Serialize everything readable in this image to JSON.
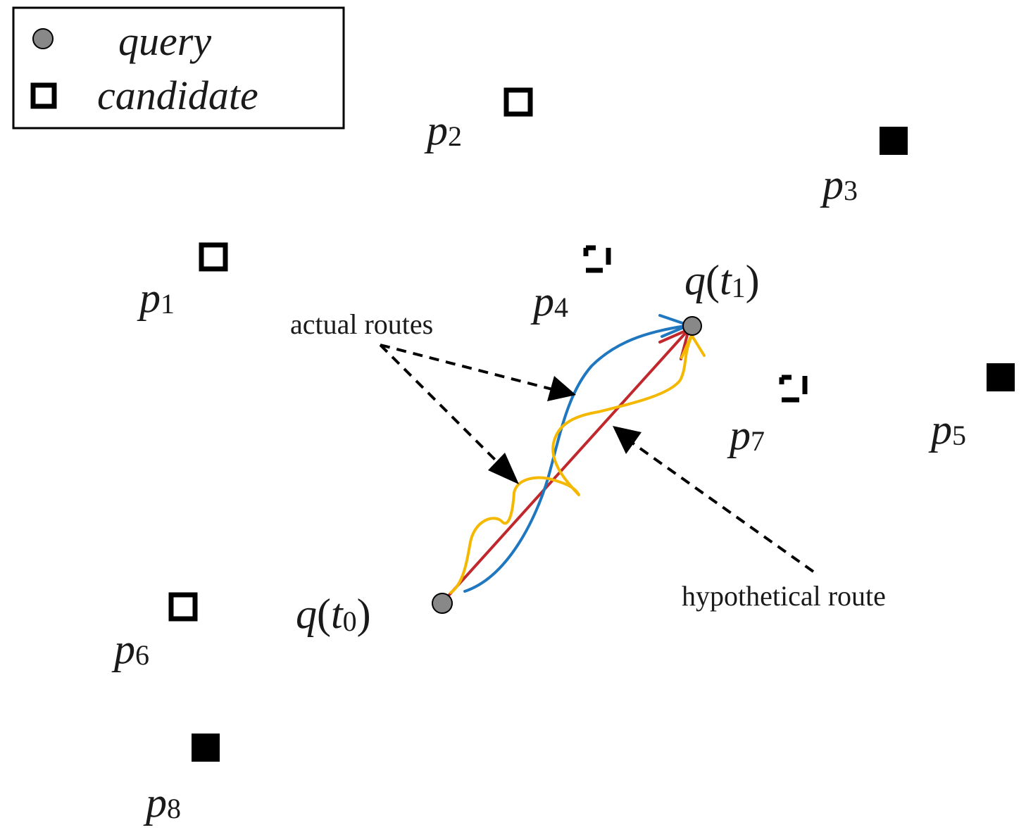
{
  "legend": {
    "query_label": "query",
    "candidate_label": "candidate"
  },
  "points": {
    "p1": {
      "base": "p",
      "sub": "1"
    },
    "p2": {
      "base": "p",
      "sub": "2"
    },
    "p3": {
      "base": "p",
      "sub": "3"
    },
    "p4": {
      "base": "p",
      "sub": "4"
    },
    "p5": {
      "base": "p",
      "sub": "5"
    },
    "p6": {
      "base": "p",
      "sub": "6"
    },
    "p7": {
      "base": "p",
      "sub": "7"
    },
    "p8": {
      "base": "p",
      "sub": "8"
    }
  },
  "queries": {
    "t0": {
      "q": "q",
      "open": "(",
      "t": "t",
      "sub": "0",
      "close": ")"
    },
    "t1": {
      "q": "q",
      "open": "(",
      "t": "t",
      "sub": "1",
      "close": ")"
    }
  },
  "annotations": {
    "actual_routes": "actual routes",
    "hypothetical_route": "hypothetical route"
  },
  "colors": {
    "hypothetical_route": "#c0282d",
    "actual_route_blue": "#1f77c0",
    "actual_route_yellow": "#f5b800",
    "query_point": "#888888",
    "ink": "#000000"
  }
}
